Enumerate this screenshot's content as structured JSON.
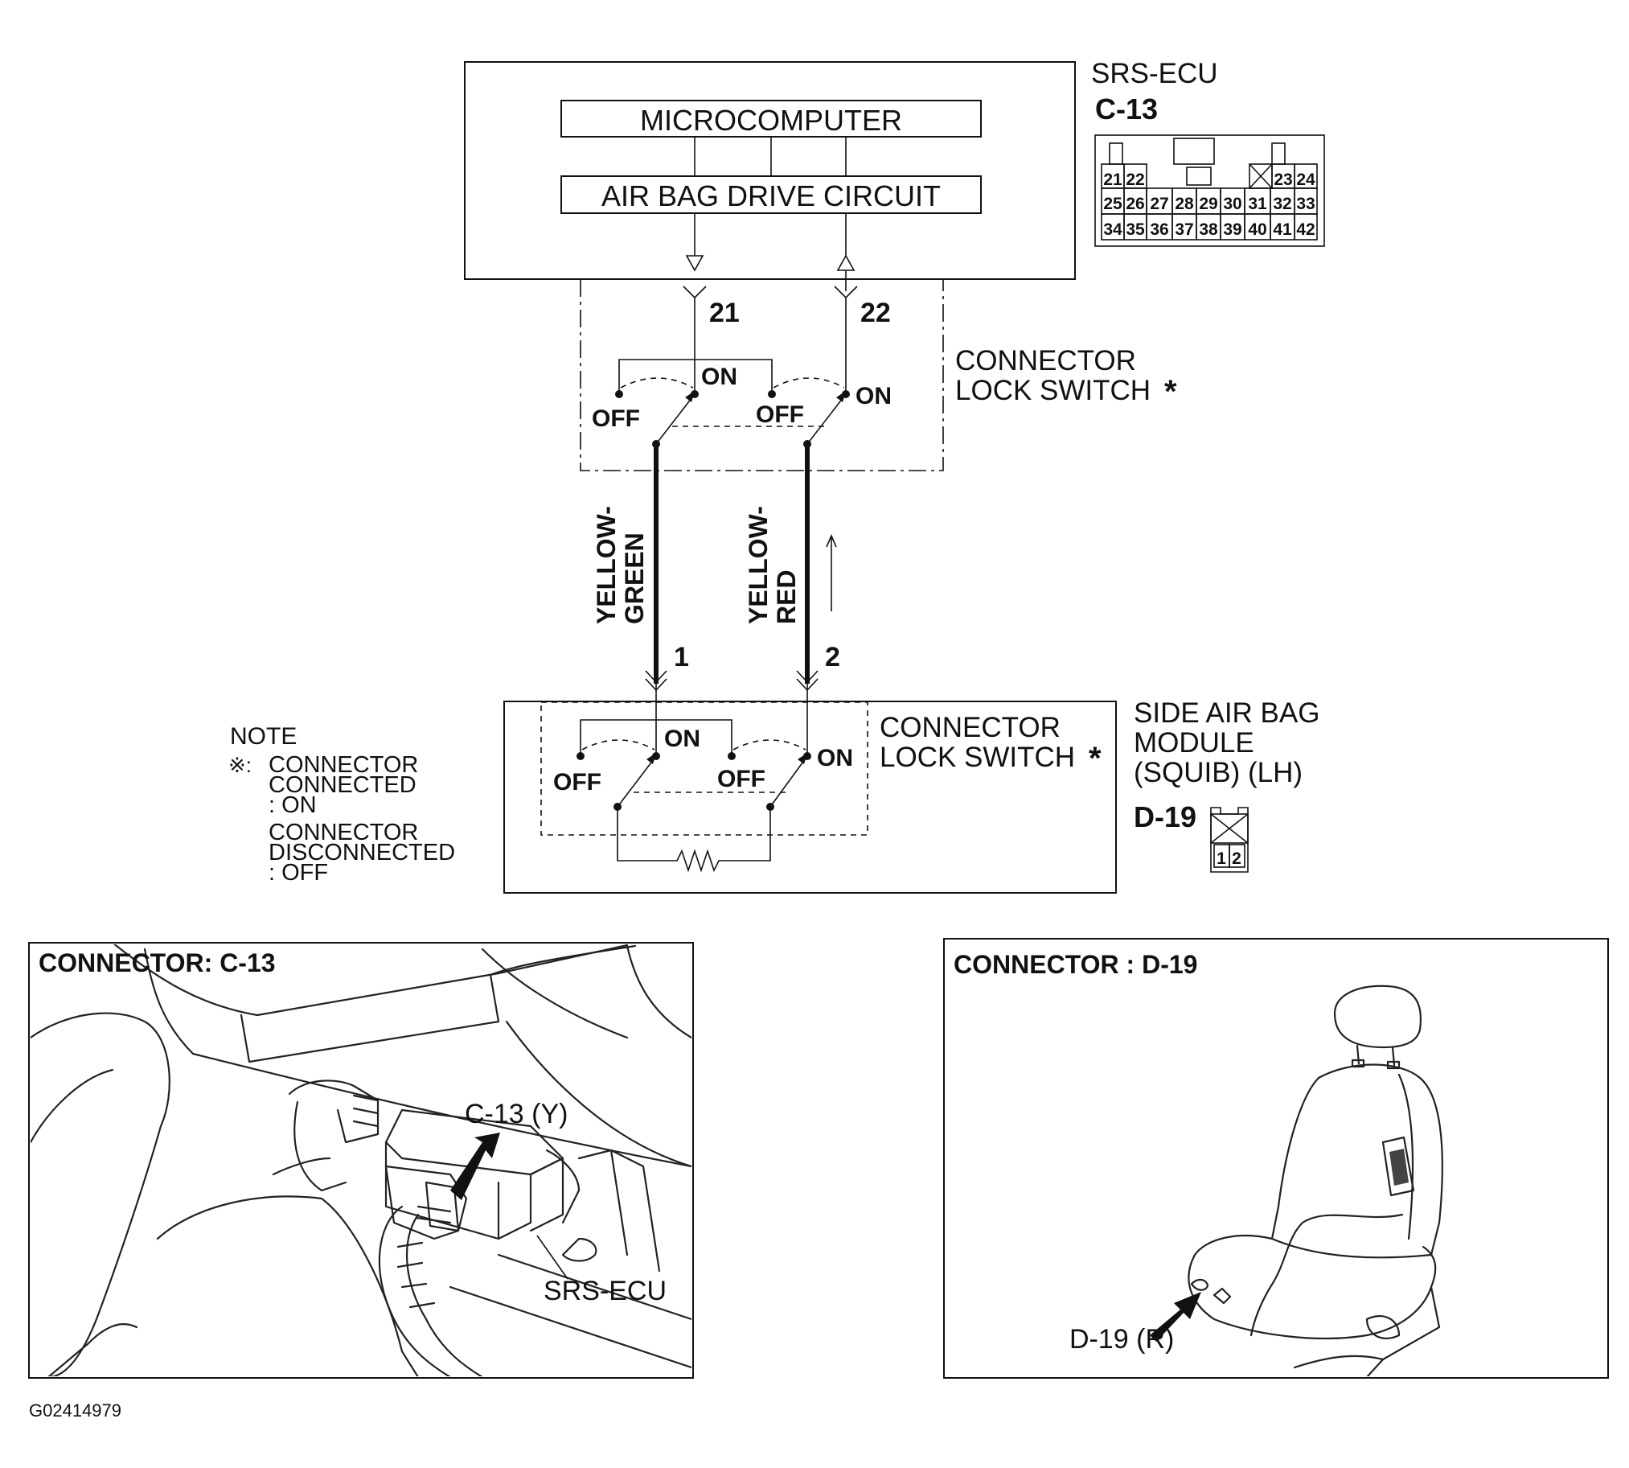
{
  "ecu": {
    "name": "SRS-ECU",
    "connector_id": "C-13",
    "microcomputer_label": "MICROCOMPUTER",
    "drive_circuit_label": "AIR BAG DRIVE CIRCUIT",
    "pin_a": "21",
    "pin_b": "22",
    "pin_grid": {
      "row1": [
        "21",
        "22",
        "23",
        "24"
      ],
      "row2": [
        "25",
        "26",
        "27",
        "28",
        "29",
        "30",
        "31",
        "32",
        "33"
      ],
      "row3": [
        "34",
        "35",
        "36",
        "37",
        "38",
        "39",
        "40",
        "41",
        "42"
      ]
    }
  },
  "switch_upper": {
    "label_line1": "CONNECTOR",
    "label_line2": "LOCK SWITCH",
    "asterisk": "*",
    "on": "ON",
    "off": "OFF"
  },
  "wires": {
    "wire1_line1": "YELLOW-",
    "wire1_line2": "GREEN",
    "wire2_line1": "YELLOW-",
    "wire2_line2": "RED",
    "pin1": "1",
    "pin2": "2"
  },
  "module": {
    "name_line1": "SIDE AIR BAG",
    "name_line2": "MODULE",
    "name_line3": "(SQUIB) (LH)",
    "connector_id": "D-19",
    "pin_left": "1",
    "pin_right": "2",
    "switch_label_line1": "CONNECTOR",
    "switch_label_line2": "LOCK SWITCH",
    "asterisk": "*",
    "on": "ON",
    "off": "OFF"
  },
  "note": {
    "title": "NOTE",
    "mark": "※:",
    "line1": "CONNECTOR",
    "line2": "CONNECTED",
    "line3": ": ON",
    "line4": "CONNECTOR",
    "line5": "DISCONNECTED",
    "line6": ": OFF"
  },
  "panel_c13": {
    "title": "CONNECTOR: C-13",
    "callout": "C-13 (Y)",
    "ecu_label": "SRS-ECU"
  },
  "panel_d19": {
    "title": "CONNECTOR : D-19",
    "callout": "D-19 (R)"
  },
  "figure_id": "G02414979"
}
